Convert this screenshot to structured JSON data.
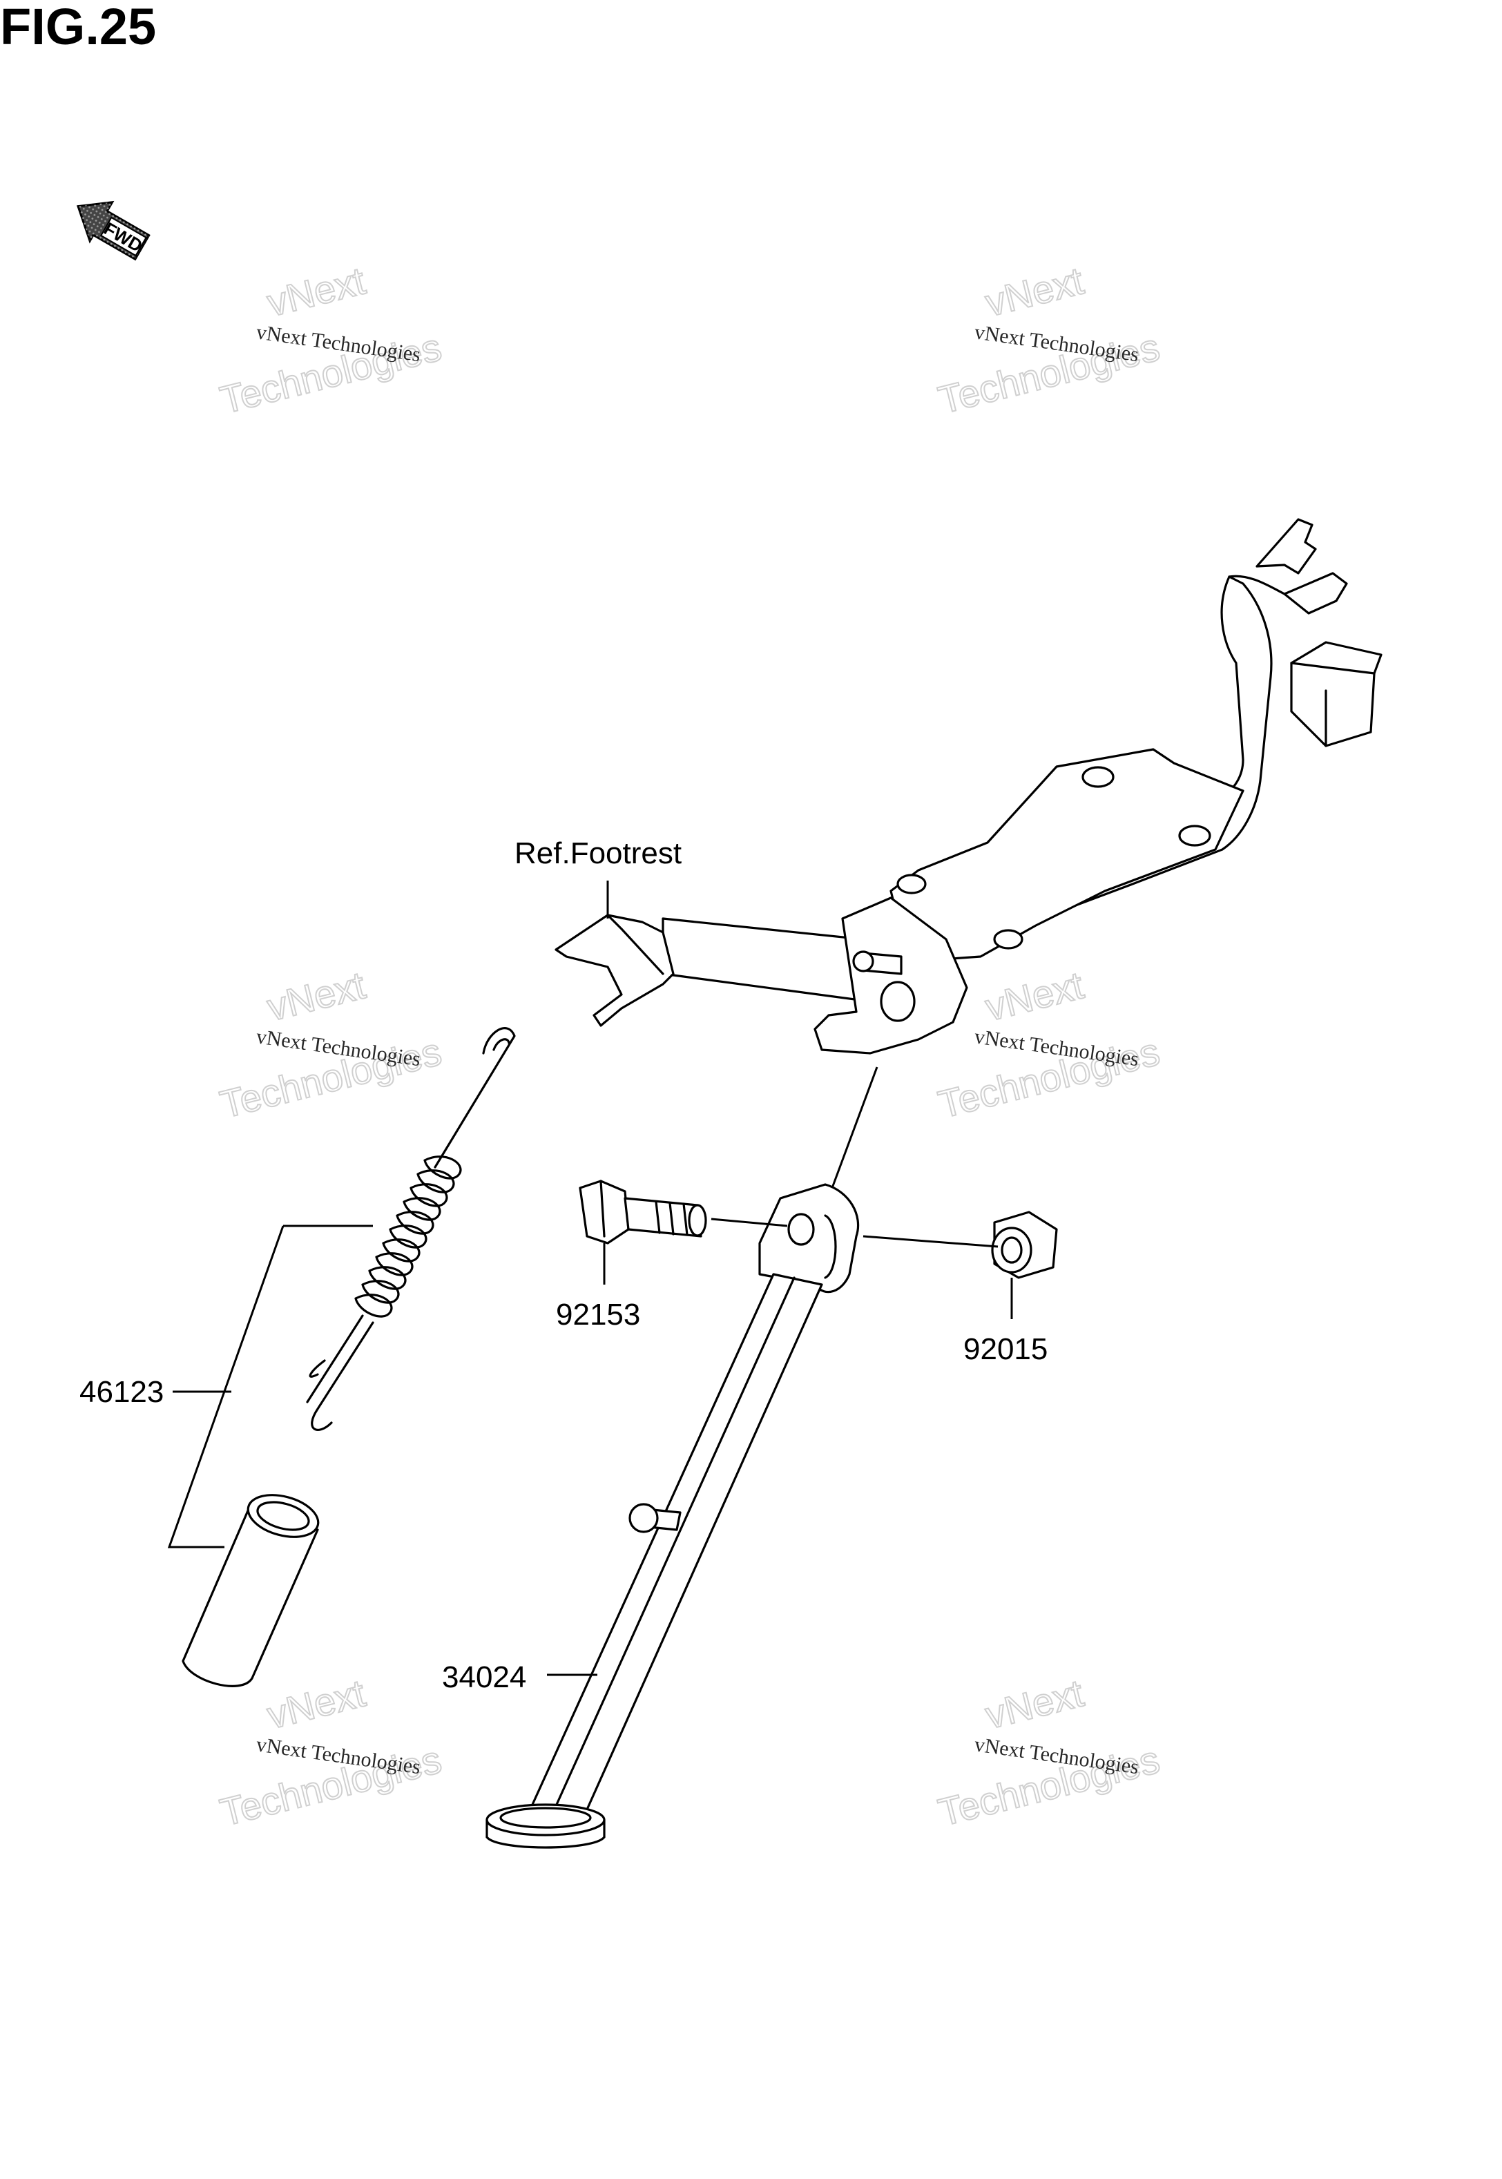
{
  "figure": {
    "title": "FIG.25"
  },
  "direction_badge": {
    "text": "FWD",
    "icon": "forward-arrow-icon"
  },
  "watermark": {
    "line1": "vNext Technologies",
    "line2": "vNext",
    "line3": "Technologies"
  },
  "labels": {
    "ref_footrest": "Ref.Footrest",
    "part_46123": "46123",
    "part_92153": "92153",
    "part_92015": "92015",
    "part_34024": "34024"
  }
}
